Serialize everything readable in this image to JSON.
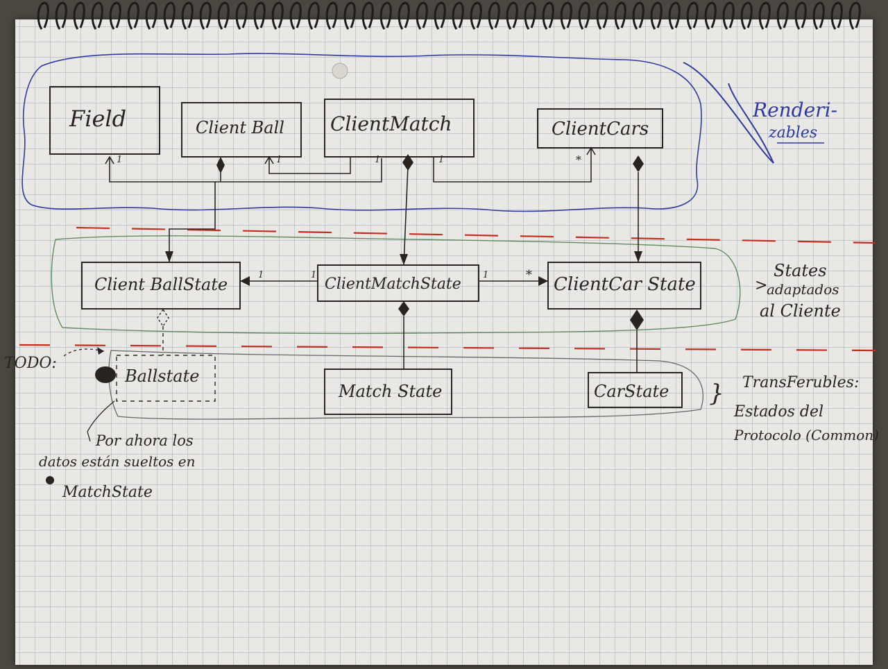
{
  "groups": {
    "renderable": {
      "label_line1": "Renderi-",
      "label_line2": "zables"
    },
    "client_states": {
      "label_line1": "States",
      "label_line2": "adaptados",
      "label_line3": "al Cliente"
    },
    "transferable": {
      "label_line1": "TransFerubles:",
      "label_line2": "Estados del",
      "label_line3": "Protocolo (Common)"
    }
  },
  "classes": {
    "field": "Field",
    "client_ball": "Client Ball",
    "client_match": "ClientMatch",
    "client_cars": "ClientCars",
    "client_ball_state": "Client BallState",
    "client_match_state": "ClientMatchState",
    "client_car_state": "ClientCar State",
    "match_state": "Match State",
    "car_state": "CarState",
    "ball_state": "Ballstate"
  },
  "multiplicities": {
    "one": "1",
    "many": "*"
  },
  "todo": {
    "label": "TODO:",
    "note_line1": "Por ahora los",
    "note_line2": "datos están sueltos en",
    "note_line3": "MatchState"
  },
  "colors": {
    "ink": "#2a2420",
    "blue": "#2e3a9e",
    "red_dash": "#c0301e",
    "green": "#5f8a5f",
    "paper": "#eae8e4"
  }
}
